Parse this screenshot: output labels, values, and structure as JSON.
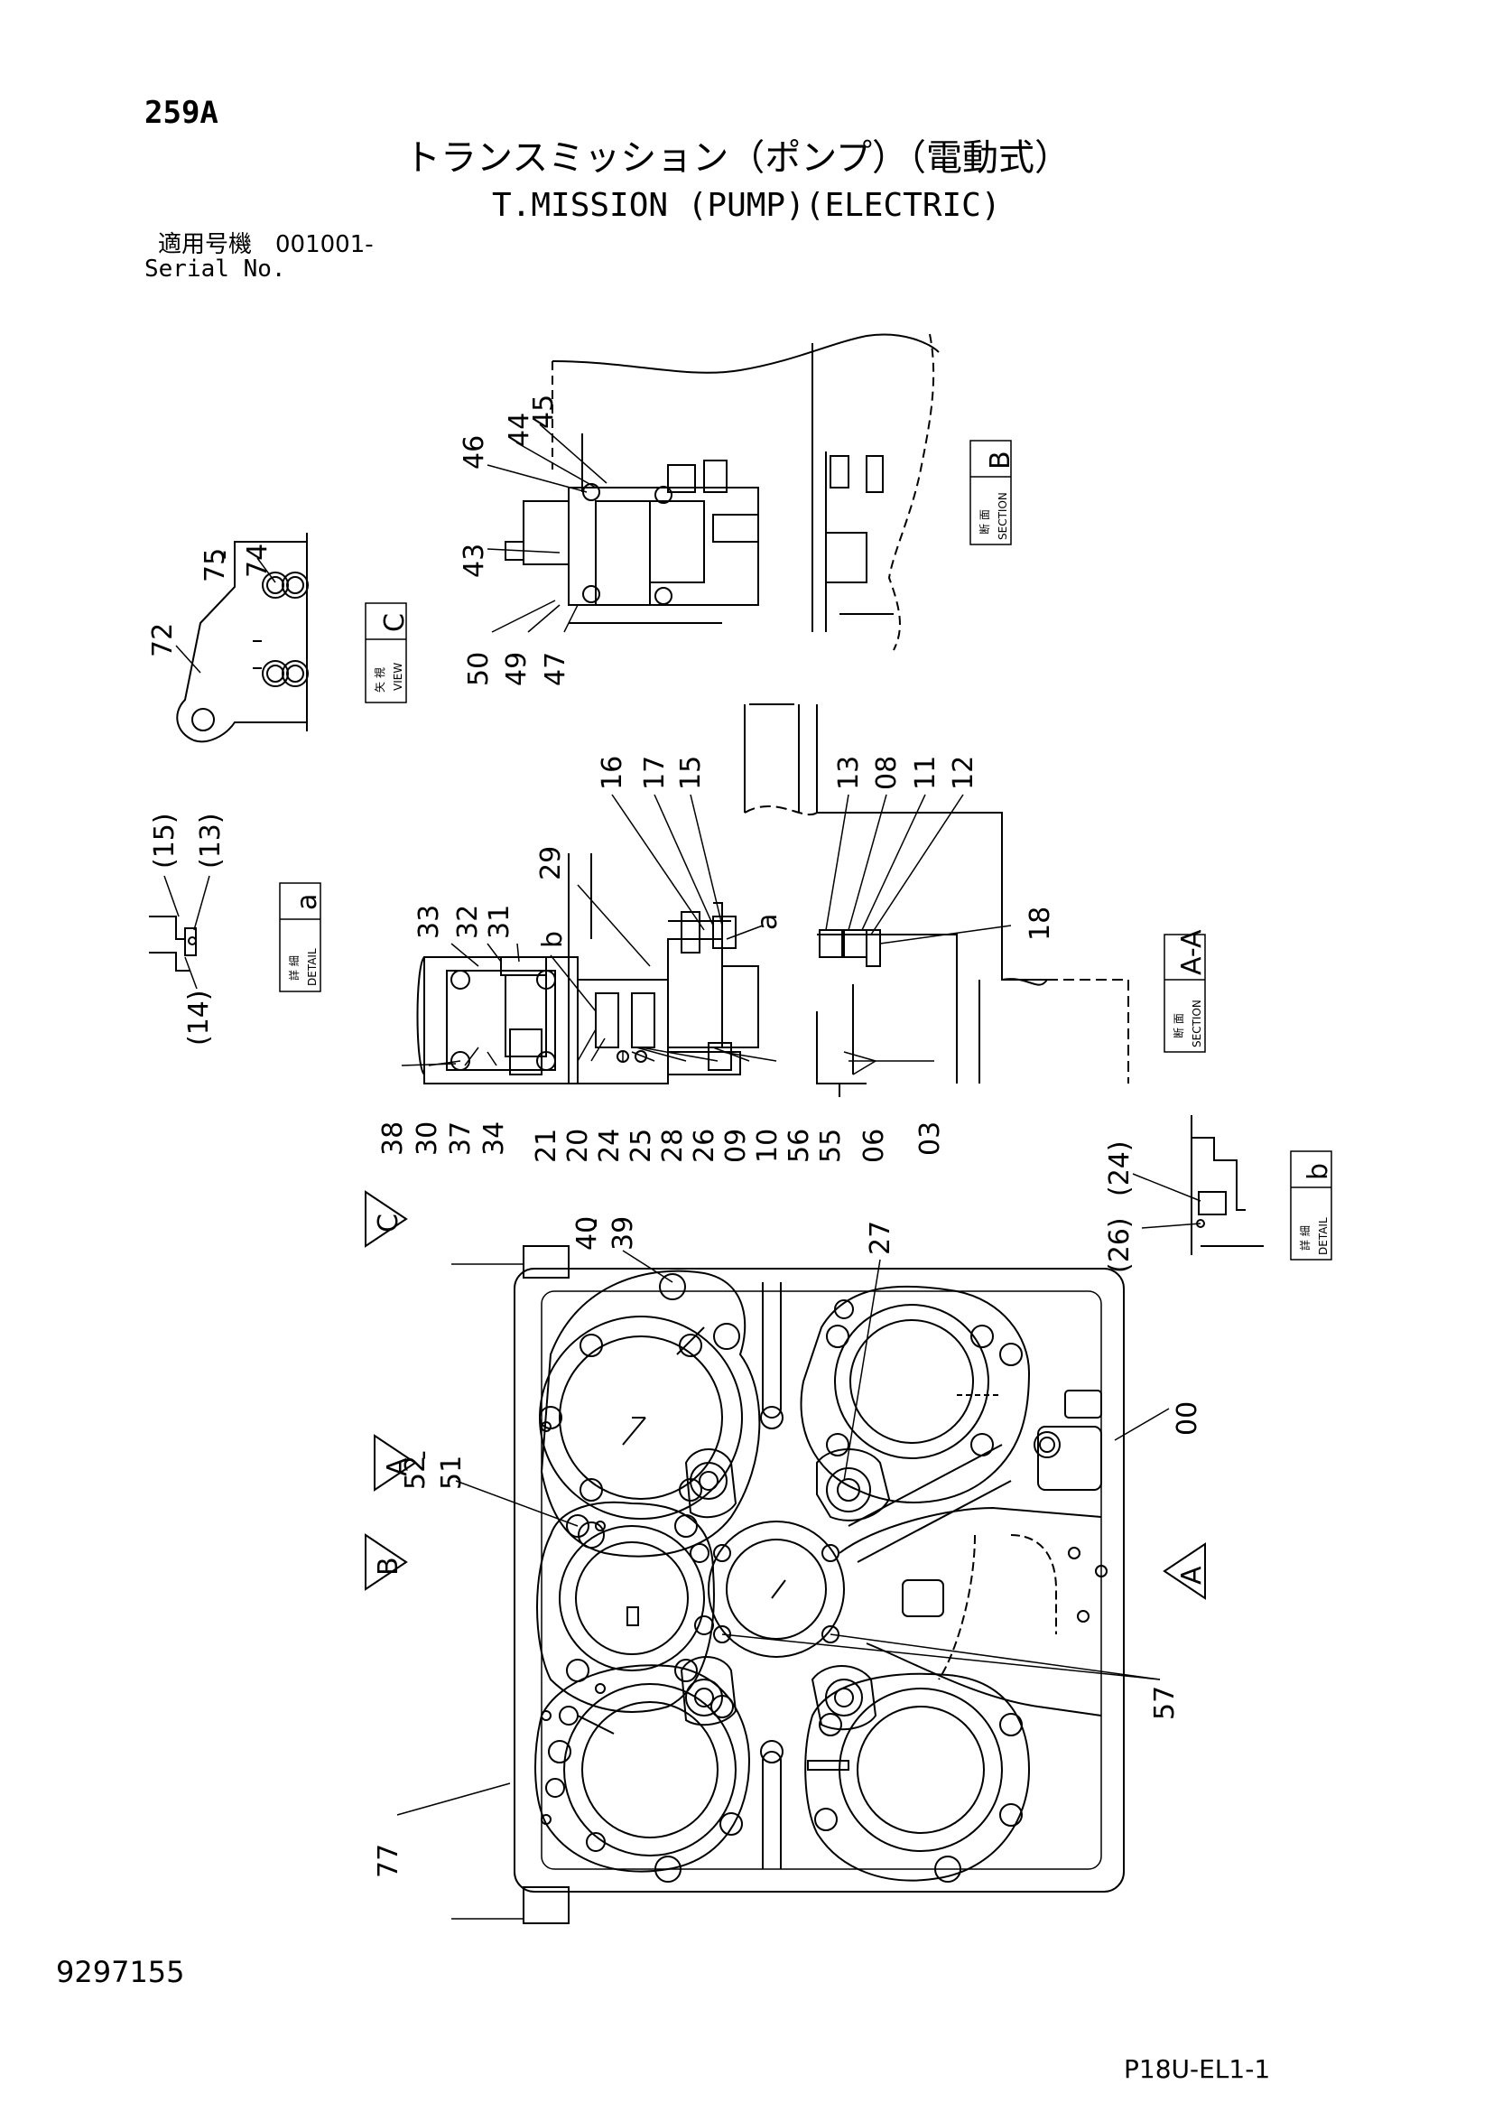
{
  "header": {
    "page_no": "259A",
    "title_jp": "トランスミッション（ポンプ）（電動式）",
    "title_en": "T.MISSION (PUMP)(ELECTRIC)",
    "serial_label_jp": "適用号機　001001-",
    "serial_label_en": "Serial No."
  },
  "footer": {
    "doc_no": "9297155",
    "page_code": "P18U-EL1-1"
  },
  "view_boxes": [
    {
      "id": "section-b",
      "letter": "B",
      "jp": "断 面",
      "en": "SECTION"
    },
    {
      "id": "view-c",
      "letter": "C",
      "jp": "矢 視",
      "en": "VIEW"
    },
    {
      "id": "detail-a",
      "letter": "a",
      "jp": "詳 細",
      "en": "DETAIL"
    },
    {
      "id": "section-aa",
      "letter": "A-A",
      "jp": "断 面",
      "en": "SECTION"
    },
    {
      "id": "detail-b",
      "letter": "b",
      "jp": "詳 細",
      "en": "DETAIL"
    }
  ],
  "section_arrows": [
    "C",
    "A",
    "B",
    "A"
  ],
  "detail_markers": [
    "a",
    "b"
  ],
  "part_labels": [
    "46",
    "45",
    "44",
    "43",
    "50",
    "49",
    "47",
    "75",
    "74",
    "72",
    "(15)",
    "(13)",
    "(14)",
    "16",
    "17",
    "15",
    "13",
    "08",
    "11",
    "12",
    "18",
    "29",
    "33",
    "32",
    "31",
    "38",
    "30",
    "37",
    "34",
    "21",
    "20",
    "24",
    "25",
    "28",
    "26",
    "09",
    "10",
    "56",
    "55",
    "06",
    "03",
    "(24)",
    "(26)",
    "40",
    "39",
    "27",
    "00",
    "52",
    "51",
    "57",
    "77"
  ],
  "labels": {
    "sep_75_74": "-",
    "sep_40_39": "-",
    "sep_52_51": "-"
  }
}
